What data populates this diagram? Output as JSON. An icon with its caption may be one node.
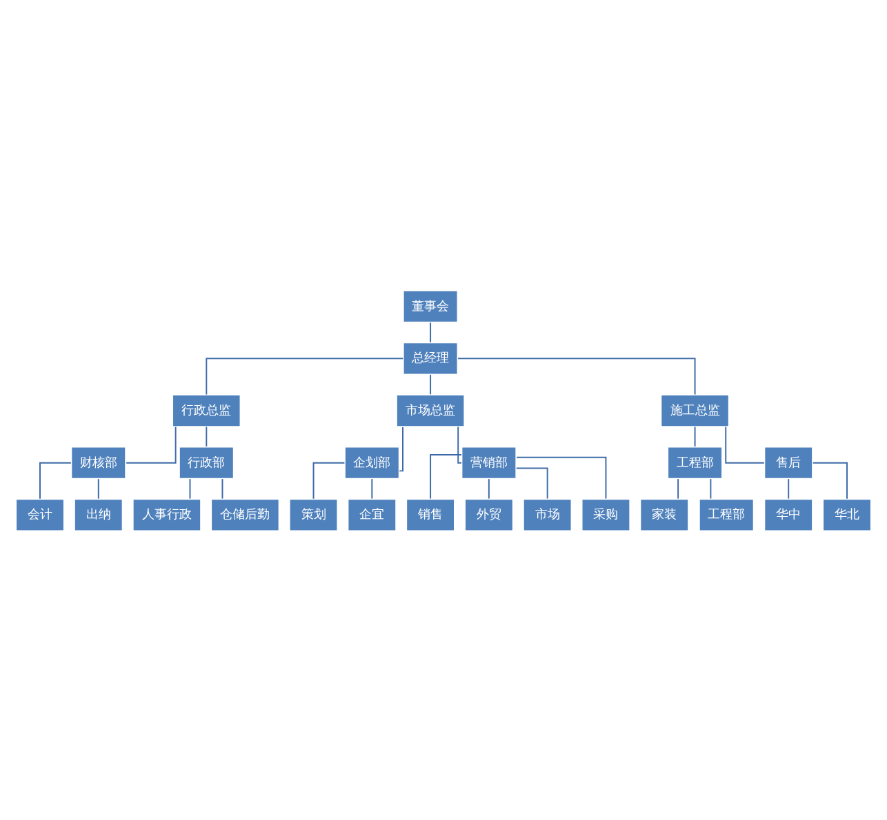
{
  "diagram": {
    "nodes": [
      {
        "text": [
          "董事会"
        ]
      },
      {
        "text": [
          "总经理"
        ]
      },
      {
        "text": [
          "行政总监"
        ]
      },
      {
        "text": [
          "市场总监"
        ]
      },
      {
        "text": [
          "施工总监"
        ]
      },
      {
        "text": [
          "财核部"
        ]
      },
      {
        "text": [
          "行政部"
        ]
      },
      {
        "text": [
          "企划部"
        ]
      },
      {
        "text": [
          "营销部"
        ]
      },
      {
        "text": [
          "工程部"
        ]
      },
      {
        "text": [
          "售后"
        ]
      },
      {
        "text": [
          "会计"
        ]
      },
      {
        "text": [
          "出纳"
        ]
      },
      {
        "text": [
          "人事行政"
        ]
      },
      {
        "text": [
          "仓储后勤"
        ]
      },
      {
        "text": [
          "策划"
        ]
      },
      {
        "text": [
          "企宜"
        ]
      },
      {
        "text": [
          "销售"
        ]
      },
      {
        "text": [
          "外贸"
        ]
      },
      {
        "text": [
          "市场"
        ]
      },
      {
        "text": [
          "采购"
        ]
      },
      {
        "text": [
          "家装"
        ]
      },
      {
        "text": [
          "工程部"
        ]
      },
      {
        "text": [
          "华中"
        ]
      },
      {
        "text": [
          "华北"
        ]
      }
    ],
    "edges": [
      {
        "from": 0,
        "to": 1,
        "arrow": "none"
      },
      {
        "from": 1,
        "to": 2,
        "arrow": "none"
      },
      {
        "from": 1,
        "to": 3,
        "arrow": "none"
      },
      {
        "from": 1,
        "to": 4,
        "arrow": "none"
      },
      {
        "from": 2,
        "to": 5,
        "arrow": "none"
      },
      {
        "from": 2,
        "to": 6,
        "arrow": "none"
      },
      {
        "from": 3,
        "to": 7,
        "arrow": "none"
      },
      {
        "from": 3,
        "to": 8,
        "arrow": "none"
      },
      {
        "from": 4,
        "to": 9,
        "arrow": "none"
      },
      {
        "from": 4,
        "to": 10,
        "arrow": "none"
      },
      {
        "from": 5,
        "to": 11,
        "arrow": "none"
      },
      {
        "from": 5,
        "to": 12,
        "arrow": "none"
      },
      {
        "from": 6,
        "to": 13,
        "arrow": "none"
      },
      {
        "from": 6,
        "to": 14,
        "arrow": "none"
      },
      {
        "from": 7,
        "to": 15,
        "arrow": "none"
      },
      {
        "from": 7,
        "to": 16,
        "arrow": "none"
      },
      {
        "from": 8,
        "to": 17,
        "arrow": "none"
      },
      {
        "from": 8,
        "to": 18,
        "arrow": "none"
      },
      {
        "from": 8,
        "to": 19,
        "arrow": "none"
      },
      {
        "from": 8,
        "to": 20,
        "arrow": "none"
      },
      {
        "from": 9,
        "to": 21,
        "arrow": "none"
      },
      {
        "from": 9,
        "to": 22,
        "arrow": "none"
      },
      {
        "from": 10,
        "to": 23,
        "arrow": "none"
      },
      {
        "from": 10,
        "to": 24,
        "arrow": "none"
      }
    ]
  }
}
